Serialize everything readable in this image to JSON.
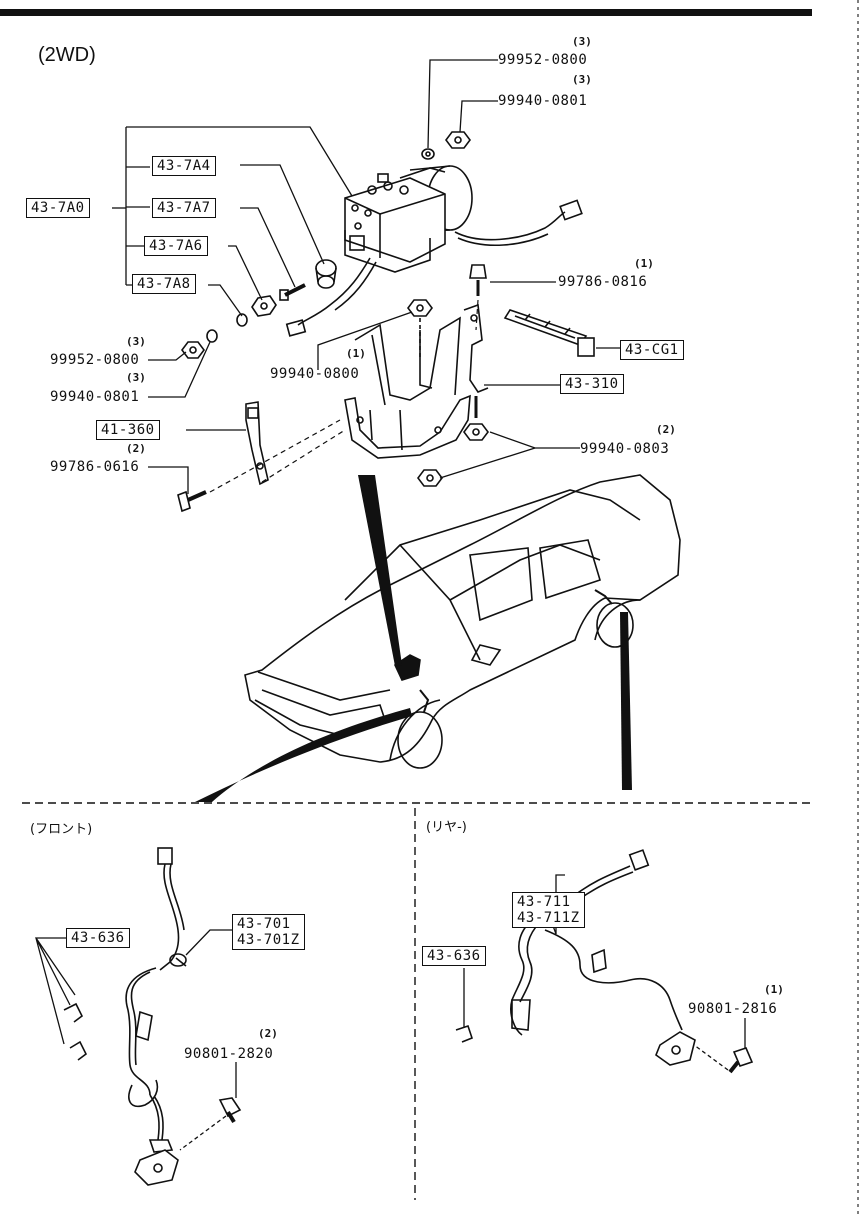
{
  "title": "(2WD)",
  "sections": {
    "front": "(フロント)",
    "rear": "(リヤ-)"
  },
  "callouts": {
    "box_43_7A0": "43-7A0",
    "box_43_7A4": "43-7A4",
    "box_43_7A7": "43-7A7",
    "box_43_7A6": "43-7A6",
    "box_43_7A8": "43-7A8",
    "box_43_CG1": "43-CG1",
    "box_43_310": "43-310",
    "box_41_360": "41-360",
    "box_front_43_636": "43-636",
    "box_front_43_701": [
      "43-701",
      "43-701Z"
    ],
    "box_rear_43_636": "43-636",
    "box_rear_43_711": [
      "43-711",
      "43-711Z"
    ]
  },
  "parts": {
    "p1": {
      "number": "99952-0800",
      "qty": "(3)"
    },
    "p2": {
      "number": "99940-0801",
      "qty": "(3)"
    },
    "p3": {
      "number": "99786-0816",
      "qty": "(1)"
    },
    "p4": {
      "number": "99952-0800",
      "qty": "(3)"
    },
    "p5": {
      "number": "99940-0801",
      "qty": "(3)"
    },
    "p6": {
      "number": "99940-0800",
      "qty": "(1)"
    },
    "p7": {
      "number": "99940-0803",
      "qty": "(2)"
    },
    "p8": {
      "number": "99786-0616",
      "qty": "(2)"
    },
    "p9": {
      "number": "90801-2820",
      "qty": "(2)"
    },
    "p10": {
      "number": "90801-2816",
      "qty": "(1)"
    }
  }
}
